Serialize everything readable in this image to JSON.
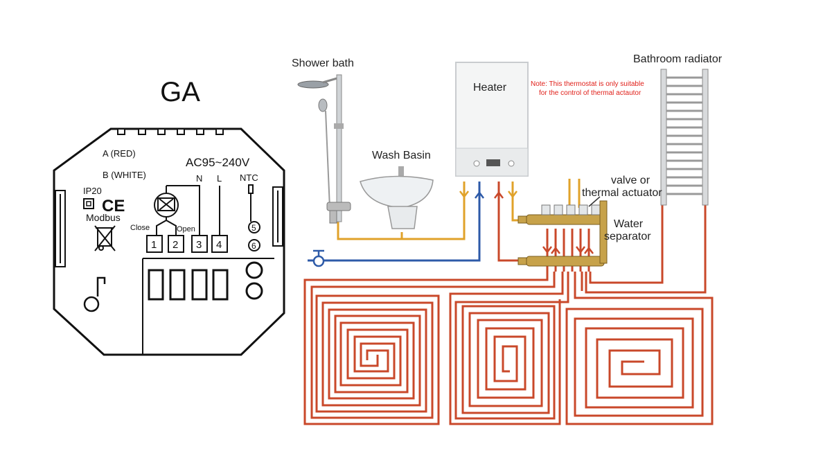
{
  "thermostat": {
    "model": "GA",
    "wire_a": "A (RED)",
    "wire_b": "B (WHITE)",
    "ip_rating": "IP20",
    "ce_mark": "CE",
    "protocol": "Modbus",
    "voltage": "AC95~240V",
    "terminal_n": "N",
    "terminal_l": "L",
    "ntc": "NTC",
    "close_label": "Close",
    "open_label": "Open",
    "terminals": [
      "1",
      "2",
      "3",
      "4"
    ],
    "ntc_terminals": [
      "5",
      "6"
    ]
  },
  "system": {
    "shower": "Shower bath",
    "basin": "Wash Basin",
    "heater": "Heater",
    "note_line1": "Note: This thermostat is only suitable",
    "note_line2": "for the control of thermal actautor",
    "radiator": "Bathroom radiator",
    "valve_line1": "valve or",
    "valve_line2": "thermal actuator",
    "separator_line1": "Water",
    "separator_line2": "separator"
  },
  "colors": {
    "pipe_hot": "#c9482a",
    "pipe_warm": "#e0a22a",
    "pipe_cold": "#2d5aa8",
    "note": "#e0201a"
  }
}
